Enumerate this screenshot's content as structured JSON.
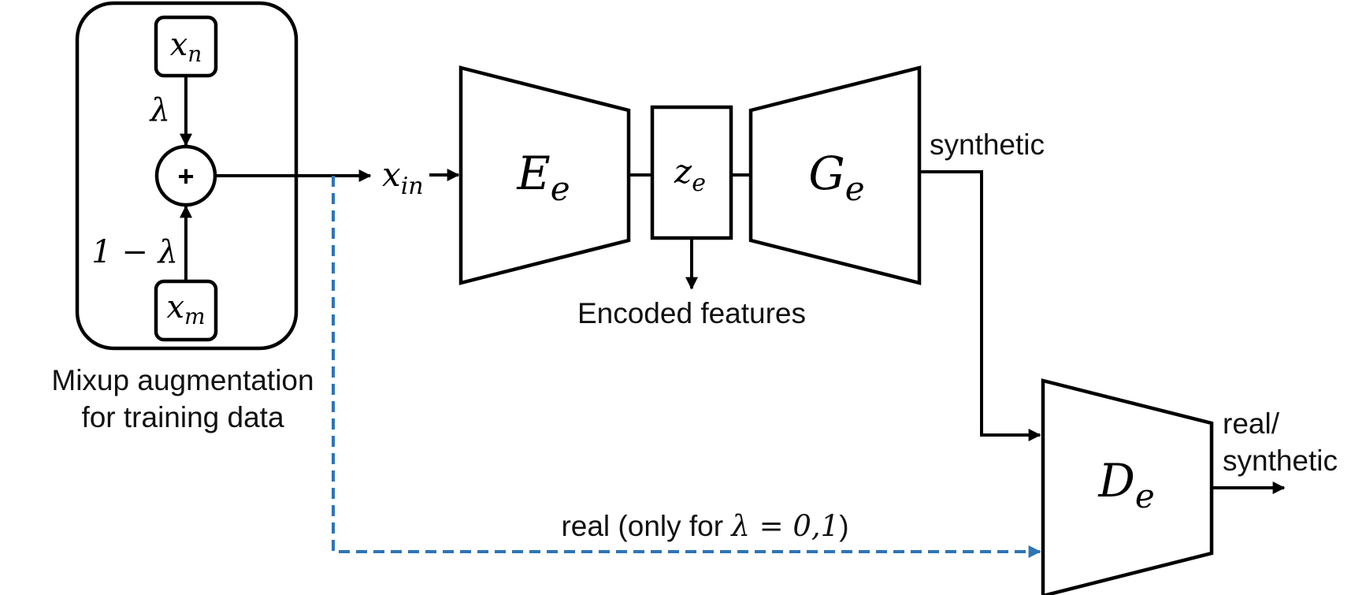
{
  "mixup": {
    "caption_line1": "Mixup augmentation",
    "caption_line2": "for training data",
    "xn": {
      "base": "x",
      "sub": "n"
    },
    "xm": {
      "base": "x",
      "sub": "m"
    },
    "lambda": "λ",
    "one_minus_lambda": "1 − λ",
    "plus": "+"
  },
  "input": {
    "base": "x",
    "sub": "in"
  },
  "encoder": {
    "base": "E",
    "sub": "e"
  },
  "latent": {
    "base": "z",
    "sub": "e"
  },
  "generator": {
    "base": "G",
    "sub": "e"
  },
  "discriminator": {
    "base": "D",
    "sub": "e"
  },
  "labels": {
    "encoded_features": "Encoded features",
    "synthetic": "synthetic",
    "output_line1": "real/",
    "output_line2": "synthetic",
    "real_path_prefix": "real (only for ",
    "real_path_math": "λ = 0,1",
    "real_path_suffix": ")"
  },
  "colors": {
    "real_path": "#2e75b6",
    "stroke": "#000000"
  }
}
